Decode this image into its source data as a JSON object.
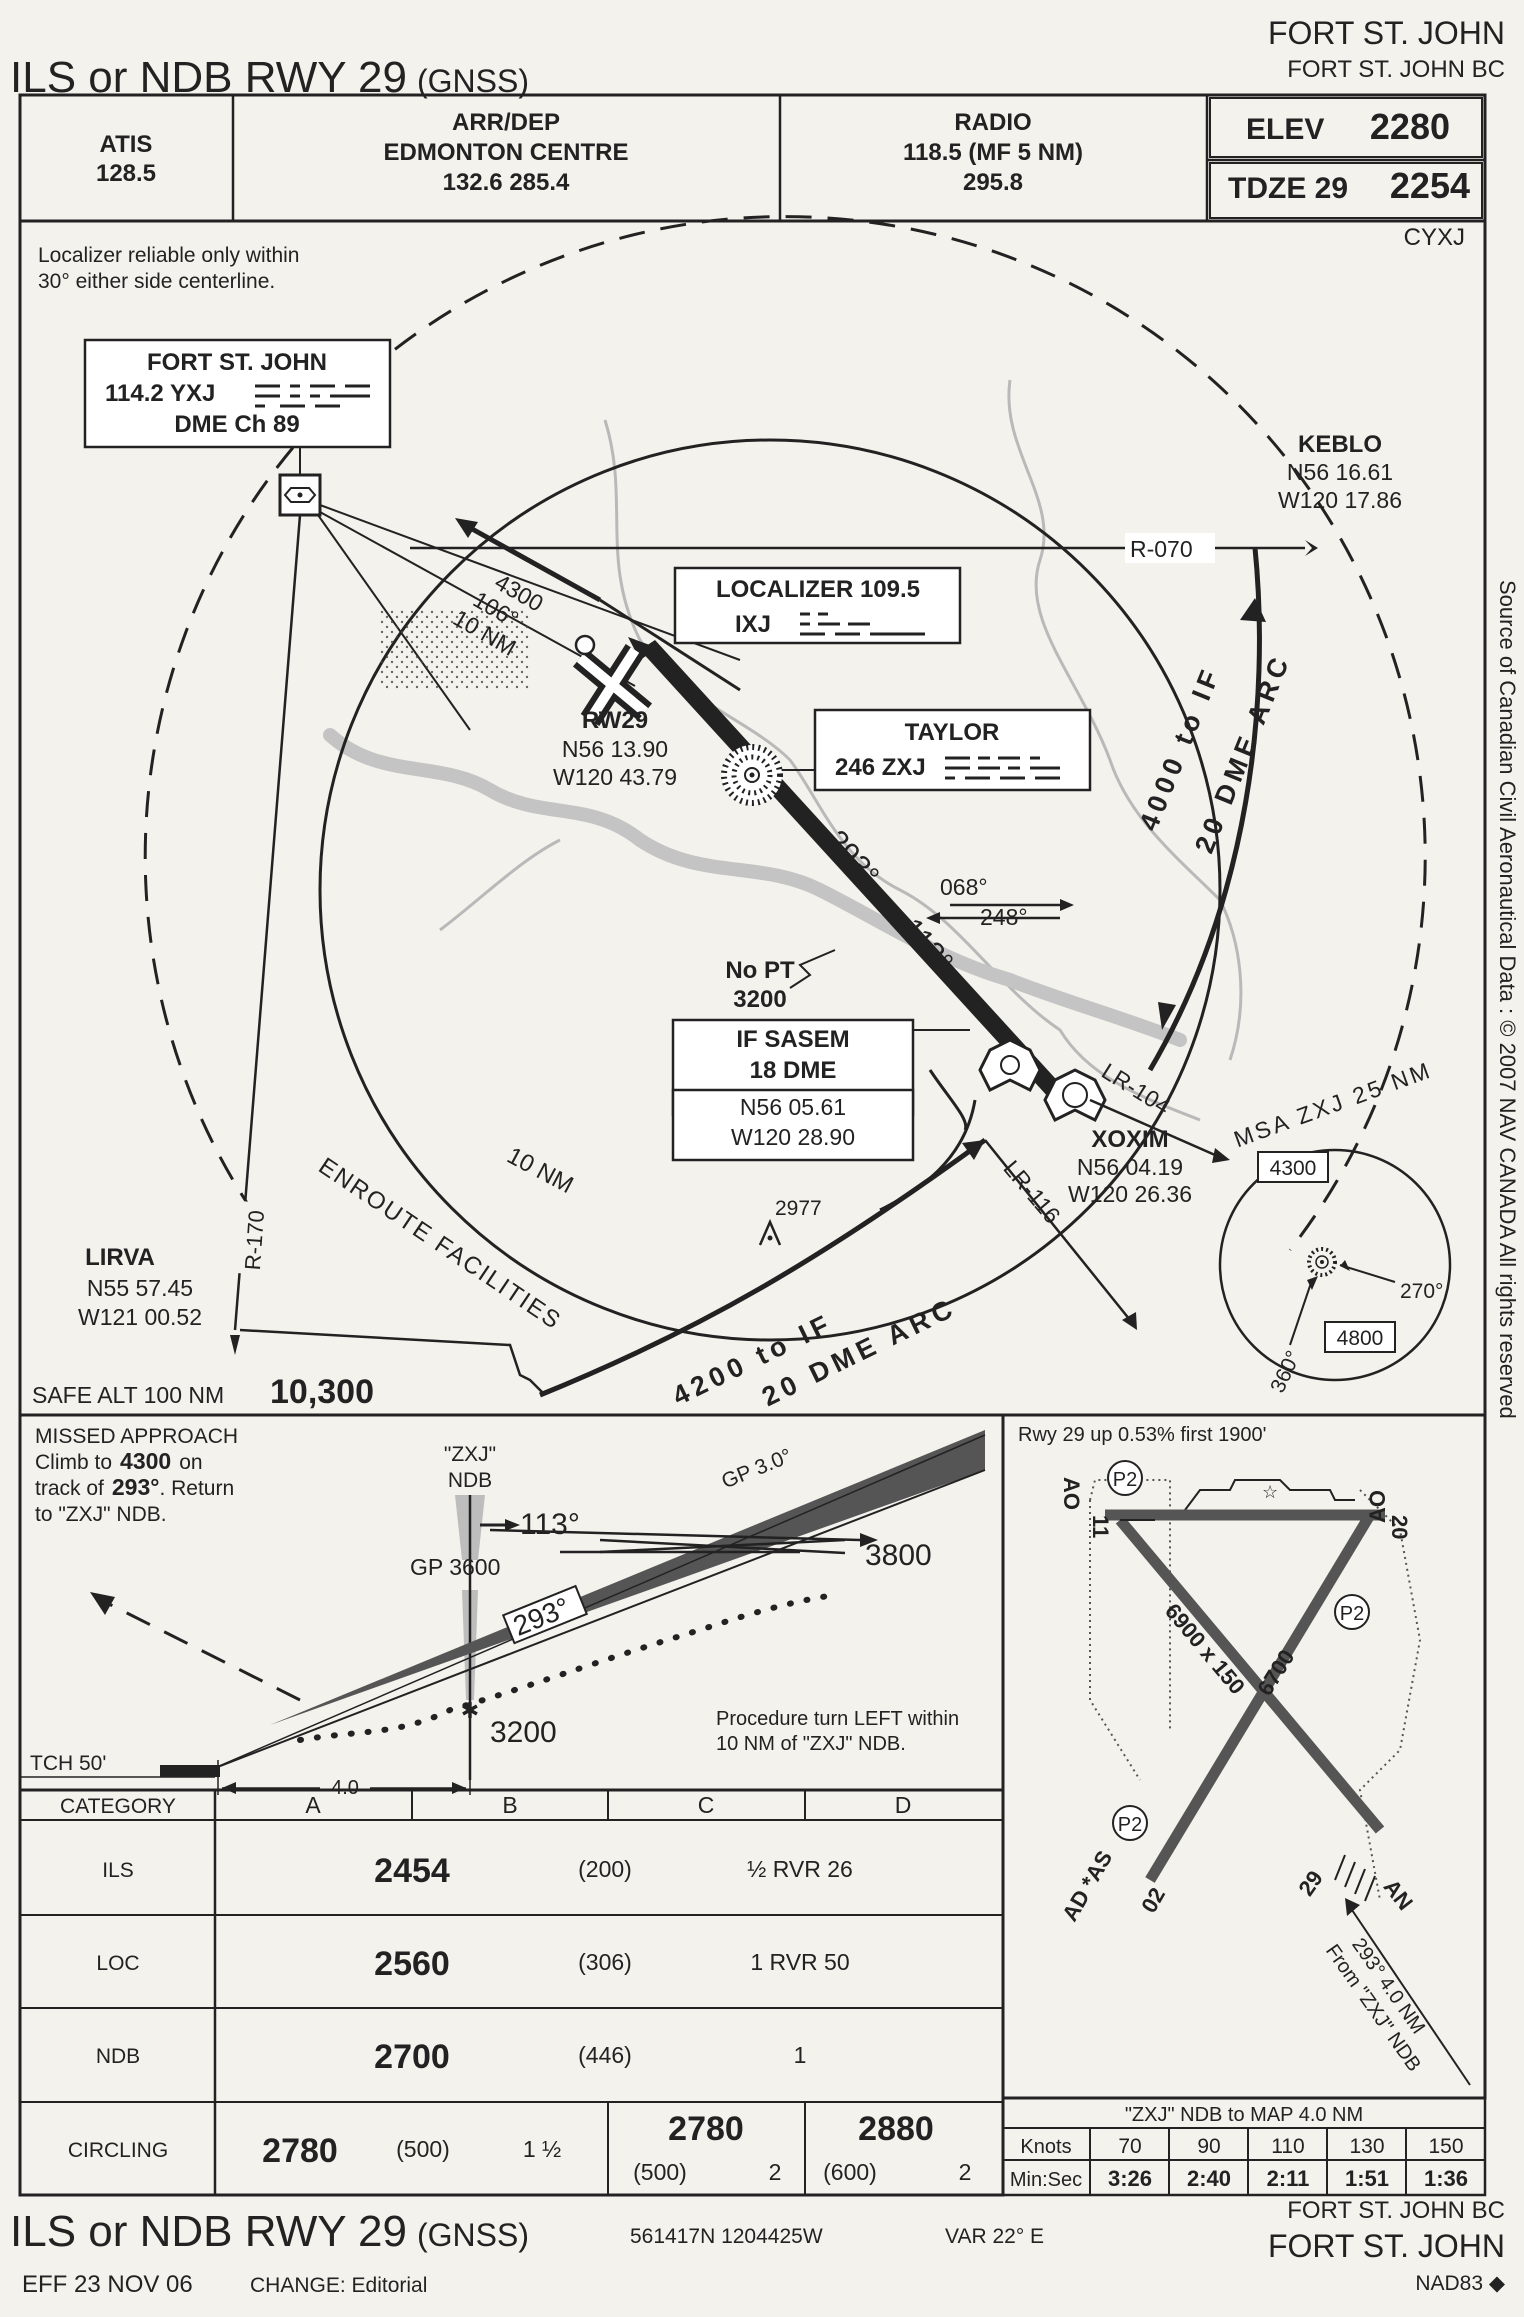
{
  "header": {
    "title": "ILS or NDB RWY 29",
    "title_suffix": "(GNSS)",
    "city": "FORT ST. JOHN",
    "city_province": "FORT ST. JOHN  BC"
  },
  "comms": {
    "atis_label": "ATIS",
    "atis_freq": "128.5",
    "arrdep_label": "ARR/DEP",
    "arrdep_name": "EDMONTON CENTRE",
    "arrdep_freq": "132.6    285.4",
    "radio_label": "RADIO",
    "radio_freq1": "118.5 (MF 5 NM)",
    "radio_freq2": "295.8",
    "elev_label": "ELEV",
    "elev_value": "2280",
    "tdze_label": "TDZE  29",
    "tdze_value": "2254"
  },
  "plan": {
    "icao": "CYXJ",
    "loc_note_1": "Localizer reliable only within",
    "loc_note_2": "30° either side centerline.",
    "vor_name": "FORT ST. JOHN",
    "vor_freq": "114.2  YXJ",
    "vor_dme": "DME Ch 89",
    "keblo_name": "KEBLO",
    "keblo_lat": "N56 16.61",
    "keblo_lon": "W120 17.86",
    "r070": "R-070",
    "loc_label": "LOCALIZER  109.5",
    "loc_ident": "IXJ",
    "taylor_name": "TAYLOR",
    "taylor_ident": "246  ZXJ",
    "rw29_name": "RW29",
    "rw29_lat": "N56 13.90",
    "rw29_lon": "W120 43.79",
    "missed_alt": "4300",
    "missed_course": "106°",
    "missed_dist": "10 NM",
    "arc_north_1": "4000  to  IF",
    "arc_north_2": "20  DME  ARC",
    "course_293": "293°",
    "course_113": "113°",
    "course_068": "068°",
    "course_248": "248°",
    "no_pt_1": "No PT",
    "no_pt_2": "3200",
    "if_name_1": "IF SASEM",
    "if_name_2": "18 DME",
    "if_lat": "N56 05.61",
    "if_lon": "W120 28.90",
    "xoxim_name": "XOXIM",
    "xoxim_lat": "N56 04.19",
    "xoxim_lon": "W120 26.36",
    "lr104": "LR-104",
    "lr116": "LR-116",
    "ten_nm": "10 NM",
    "enroute": "ENROUTE  FACILITIES",
    "obstacle": "2977",
    "arc_south_1": "4200  to  IF",
    "arc_south_2": "20  DME  ARC",
    "lirva_name": "LIRVA",
    "lirva_lat": "N55 57.45",
    "lirva_lon": "W121 00.52",
    "r170": "R-170",
    "msa_label": "MSA  ZXJ  25 NM",
    "msa_alt1": "4300",
    "msa_alt2": "4800",
    "msa_b1": "270°",
    "msa_b2": "360°",
    "safe_alt_label": "SAFE ALT 100 NM",
    "safe_alt_value": "10,300",
    "copyright": "Source of Canadian Civil Aeronautical Data : © 2007 NAV CANADA All rights reserved"
  },
  "profile": {
    "missed_1": "MISSED APPROACH",
    "missed_2": "Climb to",
    "missed_2b": "4300",
    "missed_2c": "on",
    "missed_3": "track of",
    "missed_3b": "293°",
    "missed_3c": ". Return",
    "missed_4": "to \"ZXJ\" NDB.",
    "ndb_1": "\"ZXJ\"",
    "ndb_2": "NDB",
    "gp_angle": "GP 3.0°",
    "gp_alt": "GP 3600",
    "course_113": "113°",
    "course_293": "293°",
    "alt_3800": "3800",
    "alt_3200": "3200",
    "tch": "TCH 50'",
    "dist": "4.0",
    "pt_note_1": "Procedure turn LEFT within",
    "pt_note_2": "10 NM of \"ZXJ\" NDB."
  },
  "airport": {
    "rwy_note": "Rwy 29 up 0.53% first 1900'",
    "rwy_a": "6900 x 150",
    "rwy_b": "6700",
    "p2": "P2",
    "lbl_11": "11",
    "lbl_ao1": "AO",
    "lbl_20": "20",
    "lbl_ao2": "AO",
    "lbl_02": "02",
    "lbl_adas": "AD *AS",
    "lbl_29": "29",
    "lbl_an": "AN",
    "final_1": "293°  4.0 NM",
    "final_2": "From \"ZXJ\" NDB"
  },
  "minima": {
    "header": [
      "CATEGORY",
      "A",
      "B",
      "C",
      "D"
    ],
    "rows": [
      {
        "cat": "ILS",
        "mda": "2454",
        "hat": "(200)",
        "vis": "½ RVR 26"
      },
      {
        "cat": "LOC",
        "mda": "2560",
        "hat": "(306)",
        "vis": "1 RVR 50"
      },
      {
        "cat": "NDB",
        "mda": "2700",
        "hat": "(446)",
        "vis": "1"
      }
    ],
    "circling": {
      "cat": "CIRCLING",
      "ab_mda": "2780",
      "ab_hat": "(500)",
      "ab_vis": "1 ½",
      "c_mda": "2780",
      "c_hat": "(500)",
      "c_vis": "2",
      "d_mda": "2880",
      "d_hat": "(600)",
      "d_vis": "2"
    }
  },
  "timing": {
    "title": "\"ZXJ\" NDB to MAP 4.0 NM",
    "knots_label": "Knots",
    "knots": [
      "70",
      "90",
      "110",
      "130",
      "150"
    ],
    "time_label": "Min:Sec",
    "times": [
      "3:26",
      "2:40",
      "2:11",
      "1:51",
      "1:36"
    ]
  },
  "footer": {
    "title": "ILS or NDB RWY 29",
    "title_suffix": "(GNSS)",
    "coords": "561417N 1204425W",
    "var": "VAR 22° E",
    "city_province": "FORT ST. JOHN  BC",
    "city": "FORT ST. JOHN",
    "eff": "EFF 23 NOV 06",
    "change": "CHANGE: Editorial",
    "code": "NAD83 ◆"
  }
}
